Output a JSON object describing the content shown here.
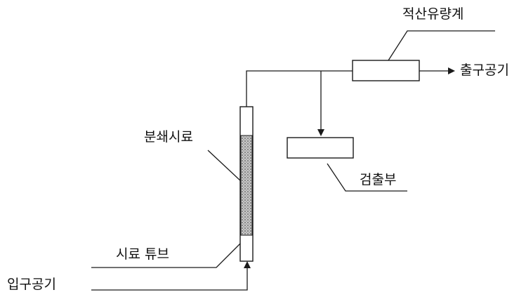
{
  "labels": {
    "totalizing_flowmeter": "적산유량계",
    "outlet_air": "출구공기",
    "crushed_sample": "분쇄시료",
    "detector": "검출부",
    "sample_tube": "시료 튜브",
    "inlet_air": "입구공기"
  },
  "colors": {
    "line": "#1a1a1a",
    "packing": "#8a8a8a",
    "background": "#ffffff"
  }
}
